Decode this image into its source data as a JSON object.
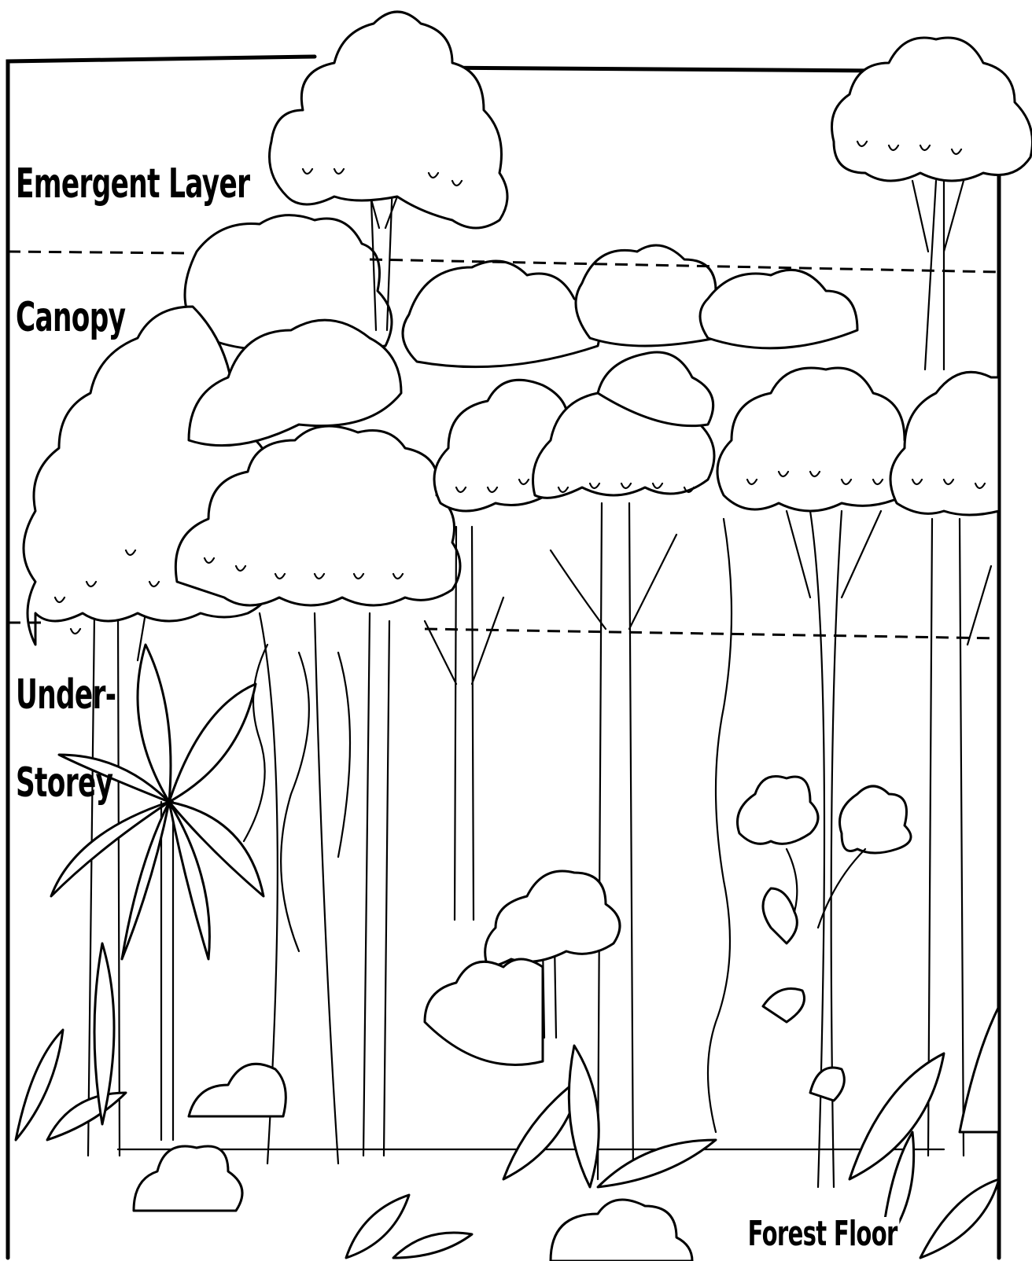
{
  "diagram": {
    "layers": [
      {
        "id": "emergent",
        "label": "Emergent Layer"
      },
      {
        "id": "canopy",
        "label": "Canopy"
      },
      {
        "id": "understorey",
        "label_line1": "Under-",
        "label_line2": "Storey"
      },
      {
        "id": "forest-floor",
        "label": "Forest Floor"
      }
    ],
    "line_color": "#000000",
    "background_color": "#ffffff"
  }
}
